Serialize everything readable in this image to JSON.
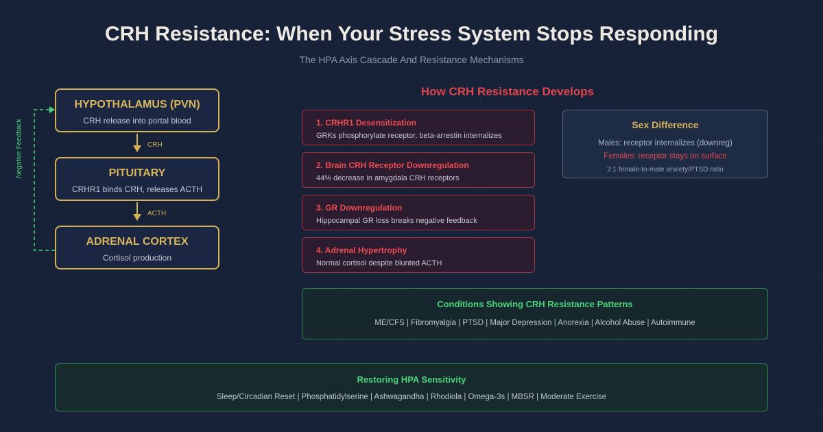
{
  "title": "CRH Resistance: When Your Stress System Stops Responding",
  "subtitle": "The HPA Axis Cascade And Resistance Mechanisms",
  "hpa": {
    "boxes": [
      {
        "heading": "HYPOTHALAMUS (PVN)",
        "sub": "CRH release into portal blood"
      },
      {
        "heading": "PITUITARY",
        "sub": "CRHR1 binds CRH, releases ACTH"
      },
      {
        "heading": "ADRENAL CORTEX",
        "sub": "Cortisol production"
      }
    ],
    "arrows": [
      "CRH",
      "ACTH"
    ],
    "feedback_label": "Negative Feedback"
  },
  "mechanisms": {
    "title": "How CRH Resistance Develops",
    "items": [
      {
        "heading": "1. CRHR1 Desensitization",
        "sub": "GRKs phosphorylate receptor, beta-arrestin internalizes"
      },
      {
        "heading": "2. Brain CRH Receptor Downregulation",
        "sub": "44% decrease in amygdala CRH receptors"
      },
      {
        "heading": "3. GR Downregulation",
        "sub": "Hippocampal GR loss breaks negative feedback"
      },
      {
        "heading": "4. Adrenal Hypertrophy",
        "sub": "Normal cortisol despite blunted ACTH"
      }
    ]
  },
  "sex_difference": {
    "heading": "Sex Difference",
    "males": "Males: receptor internalizes (downreg)",
    "females": "Females: receptor stays on surface",
    "ratio": "2:1 female-to-male anxiety/PTSD ratio"
  },
  "conditions": {
    "heading": "Conditions Showing CRH Resistance Patterns",
    "list": "ME/CFS | Fibromyalgia | PTSD | Major Depression | Anorexia | Alcohol Abuse | Autoimmune"
  },
  "restoring": {
    "heading": "Restoring HPA Sensitivity",
    "list": "Sleep/Circadian Reset | Phosphatidylserine | Ashwagandha | Rhodiola | Omega-3s | MBSR | Moderate Exercise"
  },
  "colors": {
    "background": "#172238",
    "gold": "#d5b156",
    "red": "#e0454c",
    "green": "#4cd37e"
  }
}
